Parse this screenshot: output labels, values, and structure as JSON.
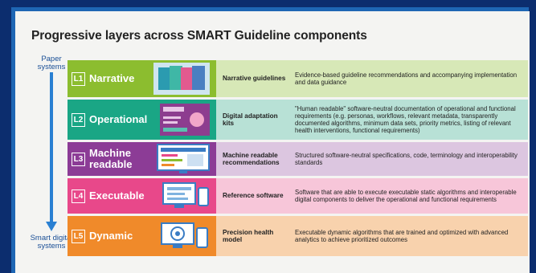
{
  "title": "Progressive layers across SMART Guideline components",
  "axis": {
    "top_label": "Paper systems",
    "bottom_label": "Smart digital systems"
  },
  "colors": {
    "L1": "#8cbd2f",
    "L1_light": "#d7e8b7",
    "L2": "#1aa685",
    "L2_light": "#b8e1d6",
    "L3": "#8c3c96",
    "L3_light": "#dcc6e0",
    "L4": "#e8488a",
    "L4_light": "#f7c6d9",
    "L5": "#f08a2a",
    "L5_light": "#f8d2ad",
    "arrow": "#2a80d2"
  },
  "layers": [
    {
      "code": "L1",
      "name": "Narrative",
      "thumb_icon": "guideline-documents-icon",
      "component": "Narrative guidelines",
      "description": "Evidence-based guideline recommendations and accompanying implementation and data guidance"
    },
    {
      "code": "L2",
      "name": "Operational",
      "thumb_icon": "adaptation-kit-icon",
      "component": "Digital adaptation kits",
      "description": "\"Human readable\" software-neutral documentation of operational and functional requirements (e.g. personas, workflows, relevant metadata, transparently documented algorithms, minimum data sets, priority metrics, listing of relevant health interventions, functional requirements)"
    },
    {
      "code": "L3",
      "name": "Machine readable",
      "thumb_icon": "computer-monitor-icon",
      "component": "Machine readable recommendations",
      "description": "Structured software-neutral specifications, code, terminology and interoperability standards"
    },
    {
      "code": "L4",
      "name": "Executable",
      "thumb_icon": "software-devices-icon",
      "component": "Reference software",
      "description": "Software that are able to execute executable static algorithms and interoperable digital components to deliver the operational and functional requirements"
    },
    {
      "code": "L5",
      "name": "Dynamic",
      "thumb_icon": "analytics-devices-icon",
      "component": "Precision health model",
      "description": "Executable dynamic algorithms that are trained and optimized with advanced analytics to achieve prioritized outcomes"
    }
  ]
}
